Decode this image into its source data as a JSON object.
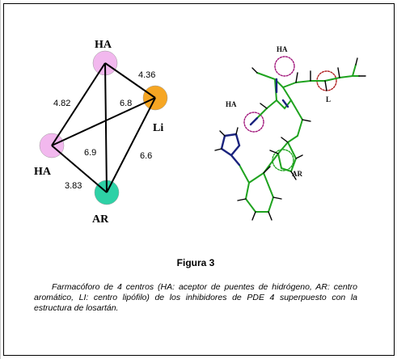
{
  "pharmacophore": {
    "centers": {
      "ha_top": {
        "label": "HA",
        "color": "#f2b8ee"
      },
      "ha_left": {
        "label": "HA",
        "color": "#f2b8ee"
      },
      "li": {
        "label": "Li",
        "color": "#f6a623"
      },
      "ar": {
        "label": "AR",
        "color": "#2ed1a6"
      }
    },
    "distances": {
      "ha_top_li": "4.36",
      "ha_top_ha_left": "4.82",
      "ha_left_li": "6.8",
      "ha_top_ar": "6.9",
      "li_ar": "6.6",
      "ha_left_ar": "3.83"
    }
  },
  "overlay": {
    "labels": {
      "ha_top": "HA",
      "ha_left": "HA",
      "li": "L",
      "ar": "AR"
    },
    "bond_color": "#1fa31f",
    "heteroatom_color": "#1a237e",
    "hydrogen_color": "#000000",
    "ha_sphere_color": "#a0157a",
    "li_sphere_color": "#b02020",
    "ar_sphere_color": "#1fa31f"
  },
  "figure": {
    "title": "Figura 3",
    "caption": "Farmacóforo de 4 centros (HA: aceptor de puentes de hidrógeno, AR: centro aromático, LI: centro lipófilo) de los inhibidores de PDE 4 superpuesto con la estructura de losartán."
  }
}
